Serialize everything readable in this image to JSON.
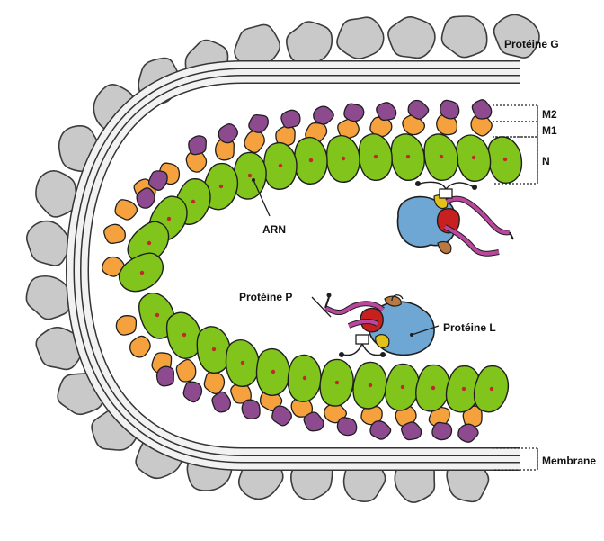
{
  "labels": {
    "protein_g": "Protéine G",
    "m2": "M2",
    "m1": "M1",
    "n": "N",
    "arn": "ARN",
    "protein_p": "Protéine P",
    "protein_l": "Protéine L",
    "membrane": "Membrane"
  },
  "colors": {
    "glyco": "#c9c9c9",
    "glyco_stroke": "#3c3c3c",
    "membrane": "#f2f2f2",
    "n_protein": "#80c41c",
    "n_dot": "#c0282b",
    "m1": "#f4a13e",
    "m2": "#8e4a8f",
    "l_protein": "#6fa7d4",
    "p_tail": "#b9479d",
    "red": "#c8201e",
    "yellow": "#e2c21a",
    "brown": "#b97940"
  },
  "icons": [
    "rabies-virion-illustration"
  ]
}
